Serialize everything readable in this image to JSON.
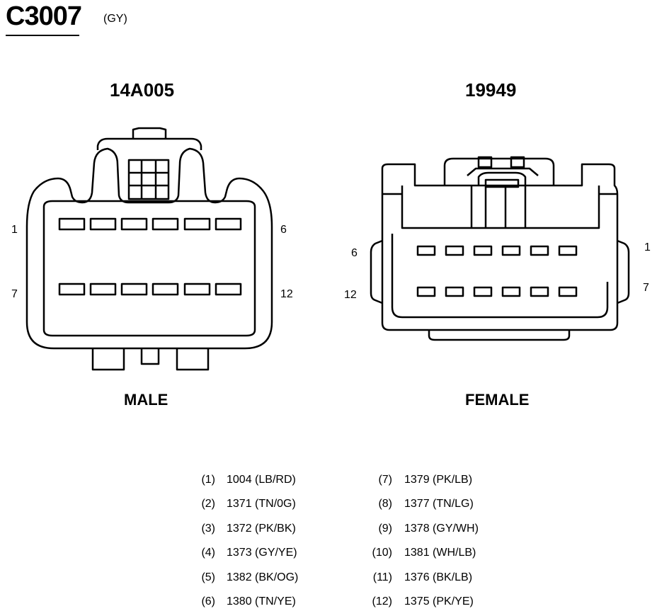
{
  "header": {
    "connector_id": "C3007",
    "color_code": "(GY)"
  },
  "views": {
    "male": {
      "part_number": "14A005",
      "label": "MALE",
      "pin_labels": {
        "top_left": "1",
        "top_right": "6",
        "bottom_left": "7",
        "bottom_right": "12"
      }
    },
    "female": {
      "part_number": "19949",
      "label": "FEMALE",
      "pin_labels": {
        "top_left": "6",
        "top_right": "1",
        "bottom_left": "12",
        "bottom_right": "7"
      }
    }
  },
  "circuits": [
    {
      "pin": "(1)",
      "circuit": "1004 (LB/RD)"
    },
    {
      "pin": "(2)",
      "circuit": "1371 (TN/0G)"
    },
    {
      "pin": "(3)",
      "circuit": "1372 (PK/BK)"
    },
    {
      "pin": "(4)",
      "circuit": "1373 (GY/YE)"
    },
    {
      "pin": "(5)",
      "circuit": "1382 (BK/OG)"
    },
    {
      "pin": "(6)",
      "circuit": "1380 (TN/YE)"
    },
    {
      "pin": "(7)",
      "circuit": "1379 (PK/LB)"
    },
    {
      "pin": "(8)",
      "circuit": "1377 (TN/LG)"
    },
    {
      "pin": "(9)",
      "circuit": "1378 (GY/WH)"
    },
    {
      "pin": "(10)",
      "circuit": "1381 (WH/LB)"
    },
    {
      "pin": "(11)",
      "circuit": "1376 (BK/LB)"
    },
    {
      "pin": "(12)",
      "circuit": "1375 (PK/YE)"
    }
  ]
}
